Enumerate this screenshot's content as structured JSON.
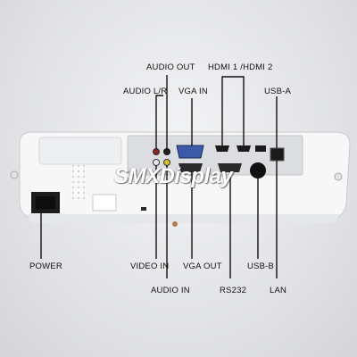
{
  "labels": {
    "audio_out": "AUDIO OUT",
    "hdmi": "HDMI 1 /HDMI 2",
    "audio_lr": "AUDIO L/R",
    "vga_in": "VGA IN",
    "usb_a": "USB-A",
    "power": "POWER",
    "video_in": "VIDEO IN",
    "vga_out": "VGA OUT",
    "usb_b": "USB-B",
    "audio_in": "AUDIO IN",
    "rs232": "RS232",
    "lan": "LAN"
  },
  "watermark": "SMXDisplay",
  "colors": {
    "body": "#f7f7f8",
    "panel": "#dcdde1",
    "jack_dark": "#1a1a1a",
    "vga_blue": "#3d5aa8",
    "callout_line": "#111111"
  },
  "icons": [
    "power-socket",
    "vga-port",
    "hdmi-port",
    "usb-a-port",
    "usb-b-port",
    "rj45-port",
    "audio-jack",
    "rca-jack",
    "rs232-port",
    "vent-grille"
  ]
}
